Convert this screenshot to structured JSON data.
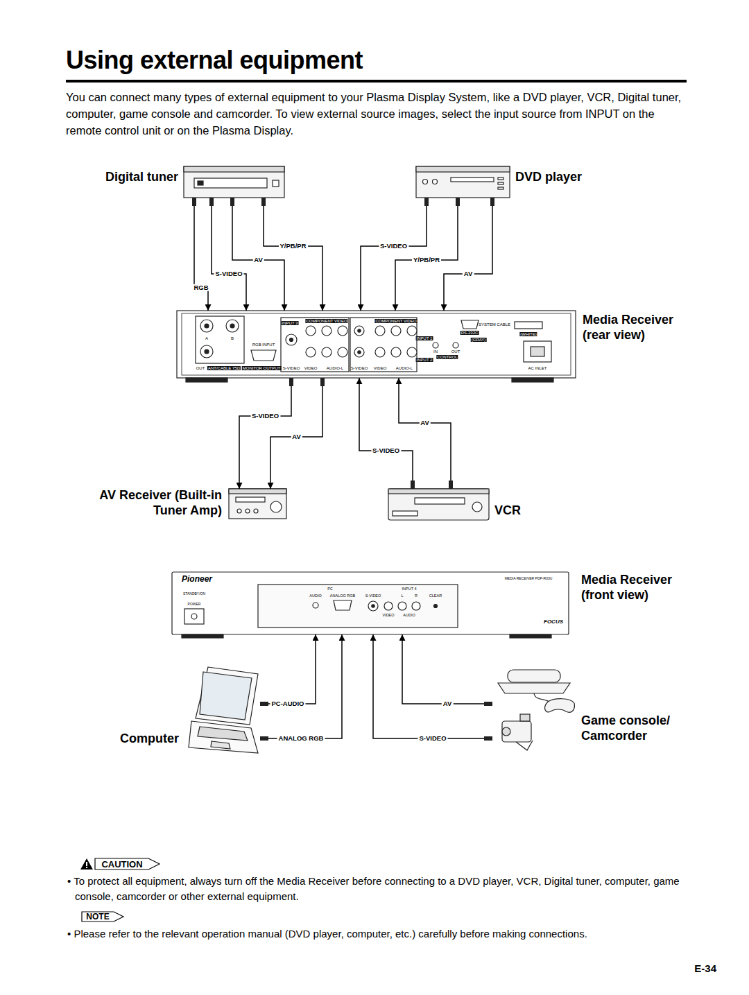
{
  "diagram": {
    "title": "Using external equipment",
    "nodes": [
      {
        "text": [
          "Digital tuner"
        ]
      },
      {
        "text": [
          "DVD player"
        ]
      },
      {
        "text": [
          "Media Receiver (rear view)"
        ]
      },
      {
        "text": [
          "AV Receiver (Built-in Tuner Amp)"
        ]
      },
      {
        "text": [
          "VCR"
        ]
      },
      {
        "text": [
          "Media Receiver (front view)"
        ]
      },
      {
        "text": [
          "Computer"
        ]
      },
      {
        "text": [
          "Game console/ Camcorder"
        ]
      }
    ],
    "edges": [
      {
        "from": 0,
        "to": 2,
        "arrow": "to",
        "label": "RGB"
      },
      {
        "from": 0,
        "to": 2,
        "arrow": "to",
        "label": "S-VIDEO"
      },
      {
        "from": 0,
        "to": 2,
        "arrow": "to",
        "label": "AV"
      },
      {
        "from": 0,
        "to": 2,
        "arrow": "to",
        "label": "Y/PB/PR"
      },
      {
        "from": 1,
        "to": 2,
        "arrow": "to",
        "label": "S-VIDEO"
      },
      {
        "from": 1,
        "to": 2,
        "arrow": "to",
        "label": "Y/PB/PR"
      },
      {
        "from": 1,
        "to": 2,
        "arrow": "to",
        "label": "AV"
      },
      {
        "from": 2,
        "to": 3,
        "arrow": "to",
        "label": "S-VIDEO"
      },
      {
        "from": 2,
        "to": 3,
        "arrow": "to",
        "label": "AV"
      },
      {
        "from": 4,
        "to": 2,
        "arrow": "to",
        "label": "S-VIDEO"
      },
      {
        "from": 4,
        "to": 2,
        "arrow": "to",
        "label": "AV"
      },
      {
        "from": 6,
        "to": 5,
        "arrow": "to",
        "label": "PC-AUDIO"
      },
      {
        "from": 6,
        "to": 5,
        "arrow": "to",
        "label": "ANALOG RGB"
      },
      {
        "from": 7,
        "to": 5,
        "arrow": "to",
        "label": "AV"
      },
      {
        "from": 7,
        "to": 5,
        "arrow": "to",
        "label": "S-VIDEO"
      }
    ],
    "labels": [
      "You can connect many types of external equipment to your Plasma Display System, like a DVD player, VCR, Digital tuner, computer, game console and camcorder. To view external source images, select the input source from INPUT on the remote control unit or on the Plasma Display.",
      "A",
      "B",
      "OUT",
      "ANT/CABLE 75Ω",
      "RGB INPUT",
      "MONITOR OUTPUT",
      "INPUT 3",
      "COMPONENT VIDEO",
      "S-VIDEO",
      "VIDEO",
      "AUDIO-L",
      "COMPONENT VIDEO",
      "INPUT 1",
      "INPUT 2",
      "S-VIDEO",
      "VIDEO",
      "AUDIO-L",
      "IN",
      "OUT",
      "CONTROL",
      "RS-232C",
      "SYSTEM CABLE",
      "(GRAY)",
      "(WHITE)",
      "AC INLET",
      "Pioneer",
      "MEDIA RECEIVER PDP-R03U",
      "STANDBY/ON",
      "POWER",
      "PC",
      "AUDIO",
      "ANALOG RGB",
      "S-VIDEO",
      "INPUT 4",
      "L",
      "R",
      "CLEAR",
      "VIDEO",
      "AUDIO",
      "FOCUS",
      "CAUTION",
      "• To protect all equipment, always turn off the Media Receiver before connecting to a DVD player, VCR, Digital tuner, computer, game console, camcorder or other external equipment.",
      "NOTE",
      "• Please refer to the relevant operation manual (DVD player, computer, etc.) carefully before making connections.",
      "E-34"
    ]
  }
}
